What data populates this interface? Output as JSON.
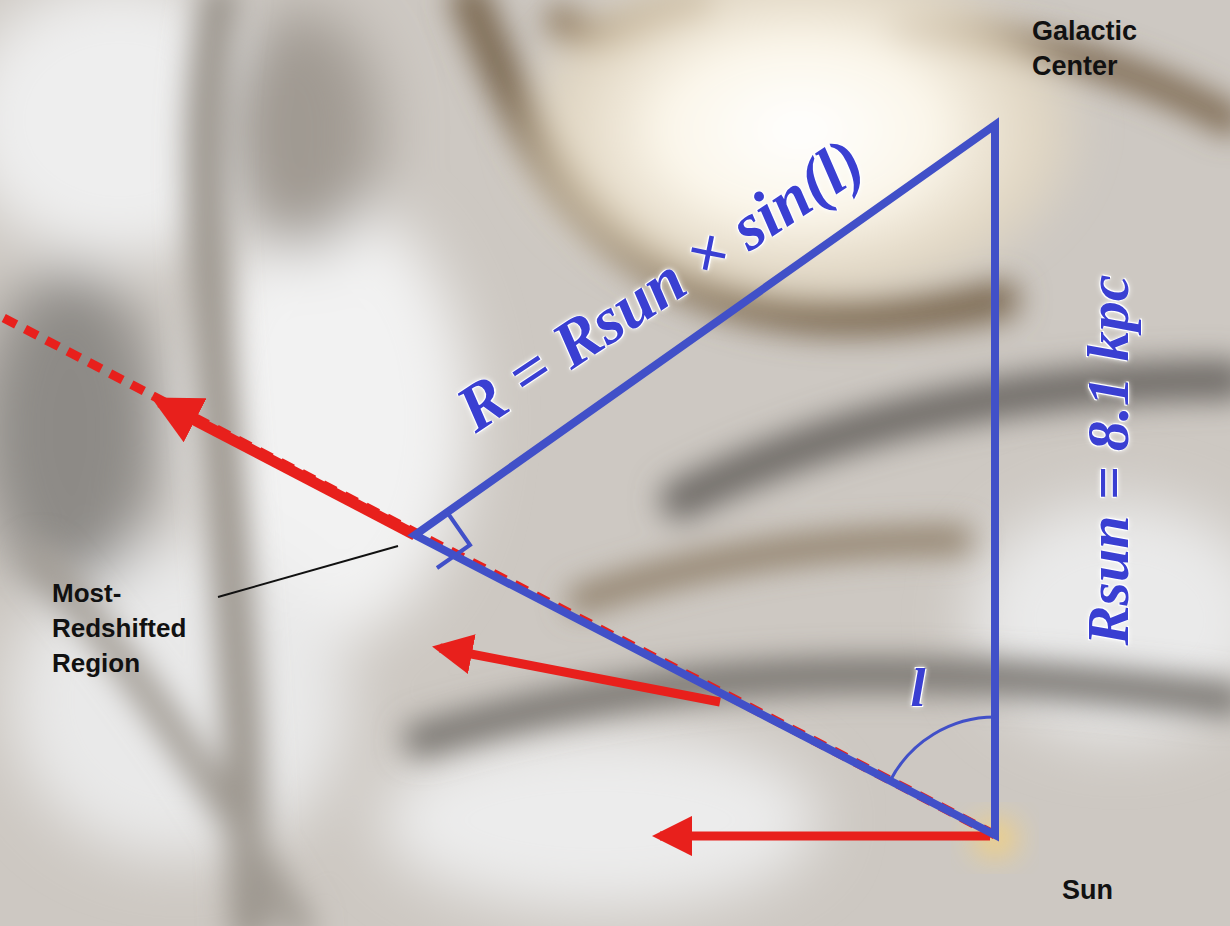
{
  "diagram": {
    "labels": [
      "Galactic Center",
      "Sun",
      "Most-Redshifted Region",
      "R = Rsun × sin(l)",
      "Rsun = 8.1 kpc",
      "l"
    ]
  }
}
